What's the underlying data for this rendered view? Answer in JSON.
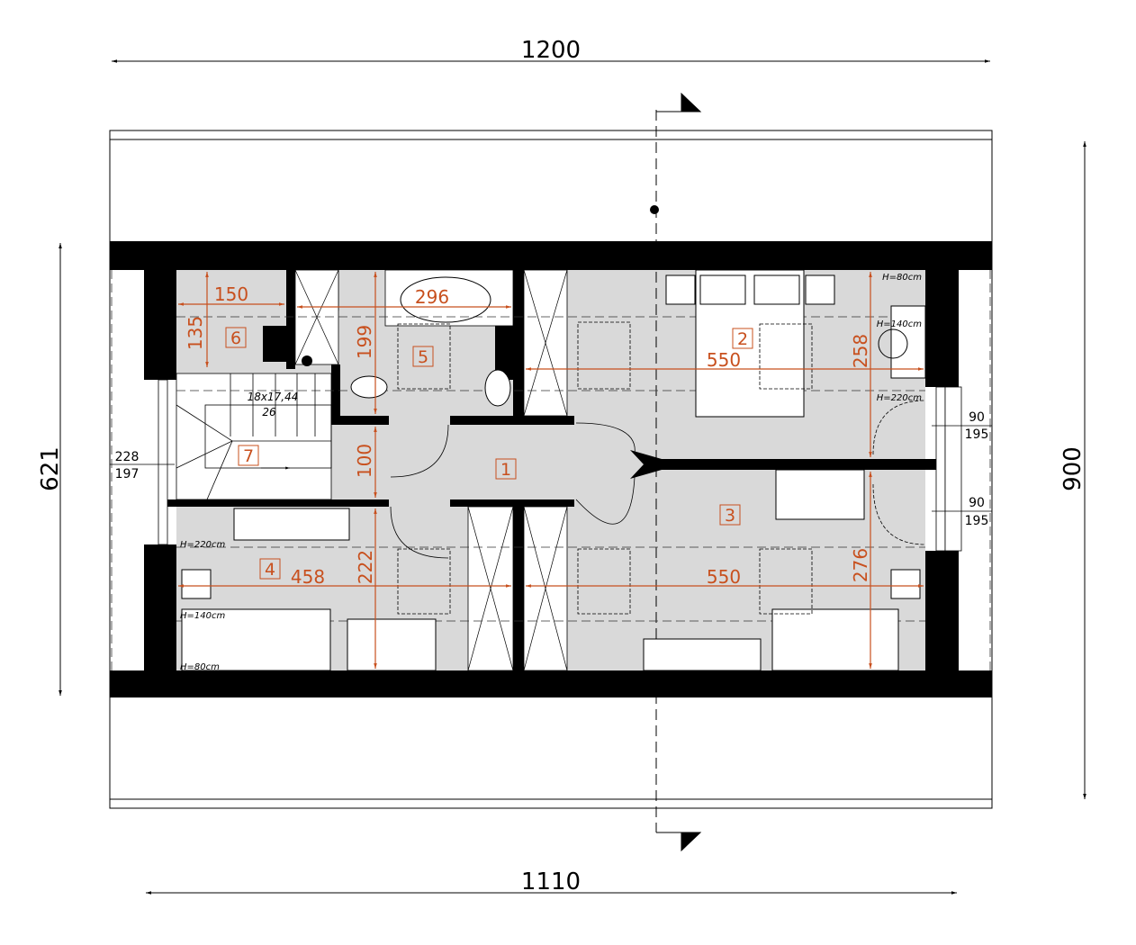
{
  "dimensions": {
    "top": "1200",
    "bottom": "1110",
    "left": "621",
    "right": "900"
  },
  "rooms": [
    {
      "number": "1"
    },
    {
      "number": "2"
    },
    {
      "number": "3"
    },
    {
      "number": "4"
    },
    {
      "number": "5"
    },
    {
      "number": "6"
    },
    {
      "number": "7"
    }
  ],
  "room_dims": {
    "r6_w": "150",
    "r6_h": "135",
    "r5_w": "296",
    "r5_h": "199",
    "corridor_h": "100",
    "r2_w": "550",
    "r2_h": "258",
    "r4_w": "458",
    "r4_h": "222",
    "r3_w": "550",
    "r3_h": "276"
  },
  "heights": {
    "r2_80": "H=80cm",
    "r2_140": "H=140cm",
    "r2_220": "H=220cm",
    "r4_220": "H=220cm",
    "r4_140": "H=140cm",
    "r4_80": "H=80cm"
  },
  "stairs": {
    "steps": "18x17,44",
    "width": "26"
  },
  "windows": [
    {
      "w": "90",
      "h": "195"
    },
    {
      "w": "90",
      "h": "195"
    },
    {
      "w": "228",
      "h": "197"
    }
  ],
  "colors": {
    "accent": "#c8501e",
    "floor": "#d9d9d9",
    "wall": "#000000"
  }
}
